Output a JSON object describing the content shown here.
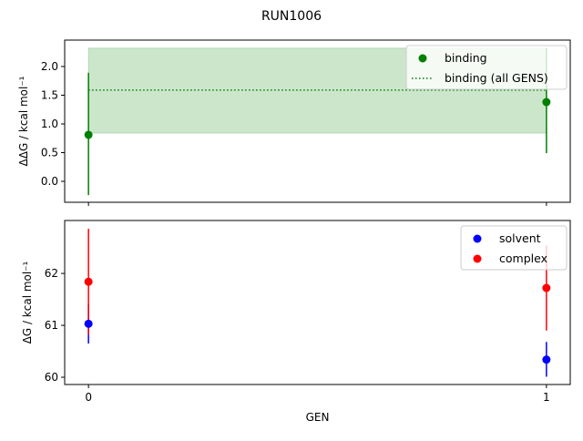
{
  "title": "RUN1006",
  "chart_data": [
    {
      "type": "scatter",
      "ylabel": "ΔΔG / kcal mol⁻¹",
      "xlim": [
        -0.052,
        1.052
      ],
      "ylim": [
        -0.365,
        2.46
      ],
      "yticks": [
        0.0,
        0.5,
        1.0,
        1.5,
        2.0
      ],
      "ytick_labels": [
        "0.0",
        "0.5",
        "1.0",
        "1.5",
        "2.0"
      ],
      "x": [
        0,
        1
      ],
      "series": [
        {
          "name": "binding",
          "color": "#008000",
          "values": [
            0.81,
            1.38
          ],
          "err_low": [
            -0.24,
            0.49
          ],
          "err_high": [
            1.89,
            2.32
          ]
        }
      ],
      "band": {
        "name": "binding (all GENS)",
        "color": "#008000",
        "value": 1.59,
        "low": 0.84,
        "high": 2.32
      },
      "legend": "top-right"
    },
    {
      "type": "scatter",
      "ylabel": "ΔG / kcal mol⁻¹",
      "xlabel": "GEN",
      "xlim": [
        -0.052,
        1.052
      ],
      "ylim": [
        59.86,
        63.02
      ],
      "yticks": [
        60,
        61,
        62
      ],
      "ytick_labels": [
        "60",
        "61",
        "62"
      ],
      "x": [
        0,
        1
      ],
      "xticks": [
        0,
        1
      ],
      "xtick_labels": [
        "0",
        "1"
      ],
      "series": [
        {
          "name": "solvent",
          "color": "#0000ff",
          "values": [
            61.03,
            60.34
          ],
          "err_low": [
            60.65,
            60.01
          ],
          "err_high": [
            61.41,
            60.68
          ]
        },
        {
          "name": "complex",
          "color": "#ff0000",
          "values": [
            61.84,
            61.72
          ],
          "err_low": [
            60.82,
            60.9
          ],
          "err_high": [
            62.86,
            62.54
          ]
        }
      ],
      "legend": "top-right"
    }
  ]
}
